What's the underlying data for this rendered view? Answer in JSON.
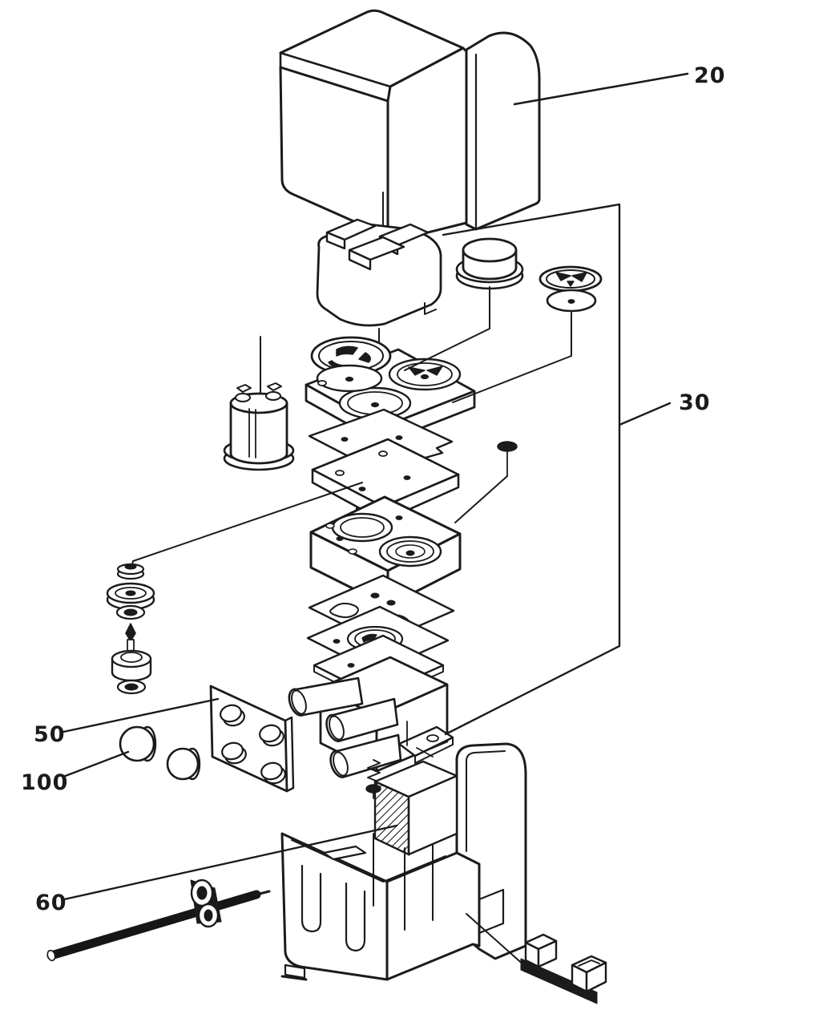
{
  "figure": {
    "type": "exploded-parts-diagram",
    "background_color": "#ffffff",
    "line_color": "#1b1b1b",
    "callouts": [
      {
        "id": "20",
        "text": "20"
      },
      {
        "id": "30",
        "text": "30"
      },
      {
        "id": "50",
        "text": "50"
      },
      {
        "id": "100",
        "text": "100"
      },
      {
        "id": "60",
        "text": "60"
      }
    ]
  }
}
